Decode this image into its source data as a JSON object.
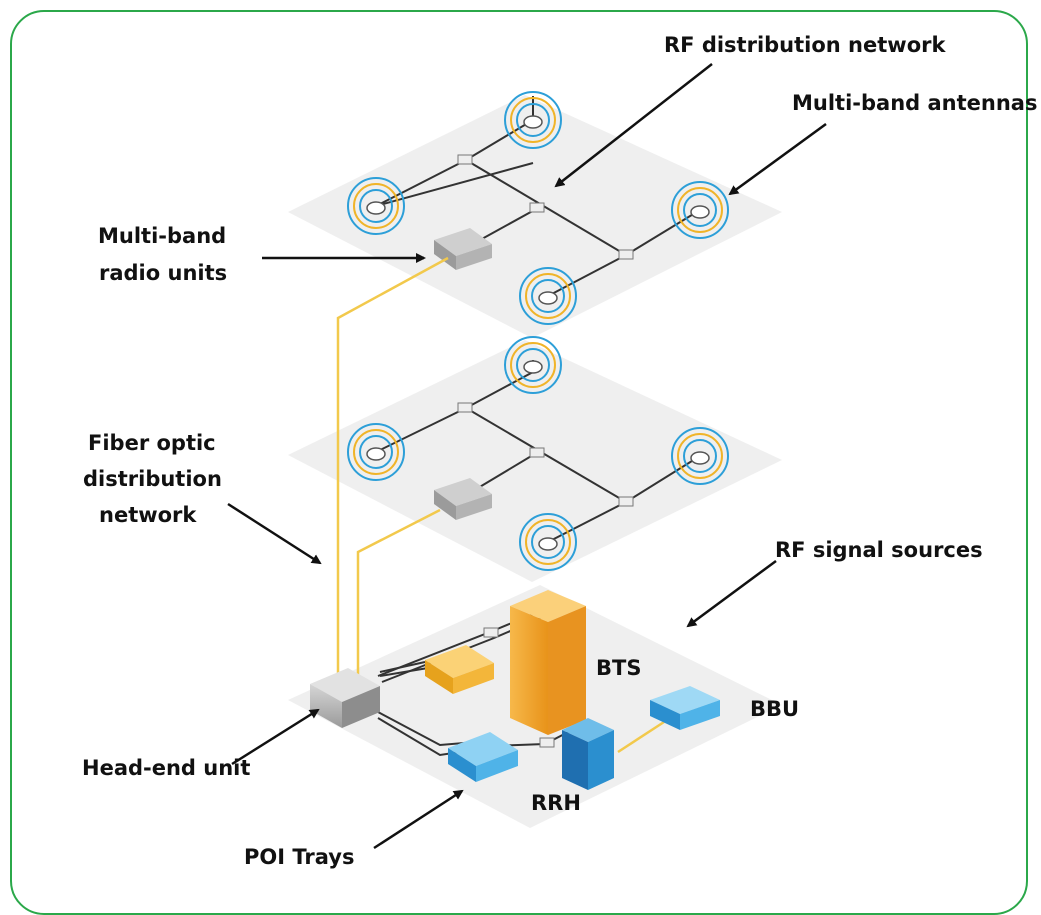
{
  "labels": {
    "rf_distribution_network": "RF distribution network",
    "multi_band_antennas": "Multi-band antennas",
    "multi_band_radio_units_line1": "Multi-band",
    "multi_band_radio_units_line2": "radio units",
    "fiber_optic_line1": "Fiber optic",
    "fiber_optic_line2": "distribution",
    "fiber_optic_line3": "network",
    "rf_signal_sources": "RF signal sources",
    "bts": "BTS",
    "bbu": "BBU",
    "rrh": "RRH",
    "head_end_unit": "Head-end unit",
    "poi_trays": "POI Trays"
  },
  "colors": {
    "frame_border": "#2ba84a",
    "floor_plate": "#ececec",
    "rf_cable": "#333333",
    "fiber_cable": "#f2c94c",
    "antenna_ring_blue": "#2d9fd8",
    "antenna_ring_yellow": "#f0b429",
    "bts_cabinet": "#f5a623",
    "rrh_unit": "#2b7fc4",
    "bbu_unit": "#4fb3e8",
    "poi_tray_yellow": "#f7c04a",
    "poi_tray_blue": "#4fb3e8",
    "head_end_unit": "#b9b9b9",
    "radio_unit": "#a8a8a8"
  },
  "icons": [
    "antenna-icon",
    "splitter-icon",
    "radio-unit-icon",
    "head-end-icon",
    "bts-cabinet-icon",
    "rrh-icon",
    "bbu-icon",
    "poi-tray-icon"
  ]
}
